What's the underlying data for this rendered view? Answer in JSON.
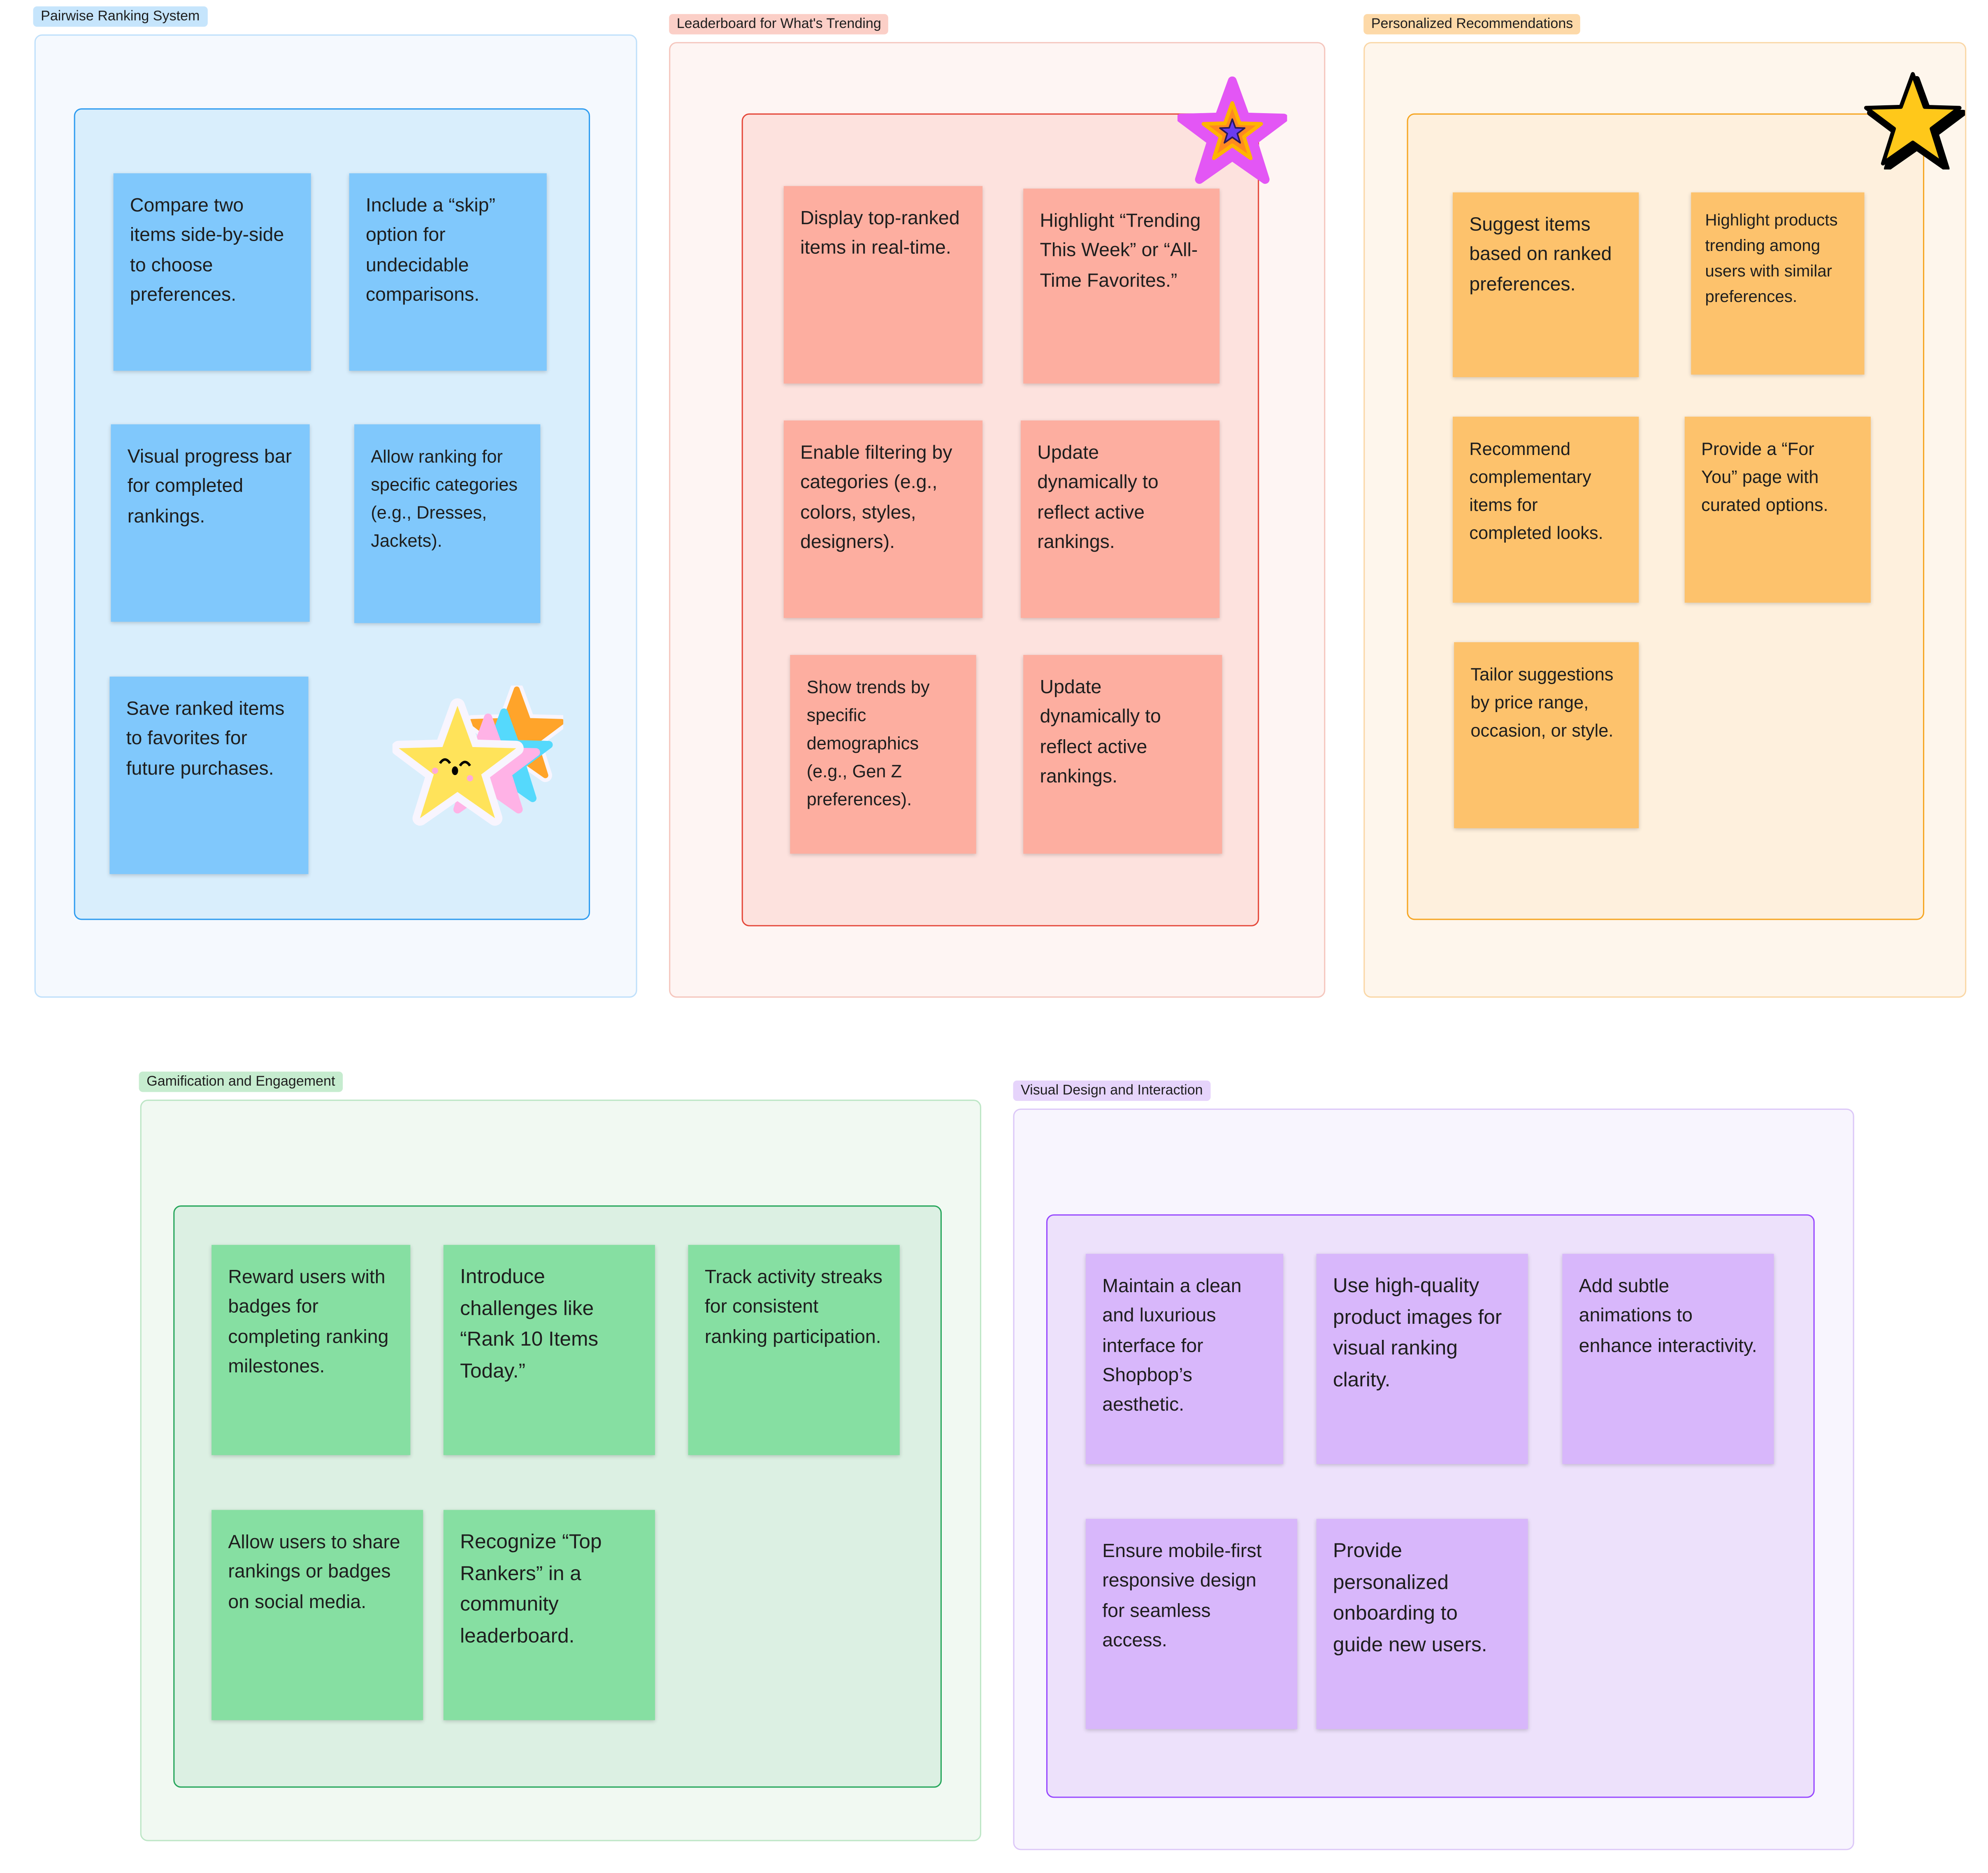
{
  "sections": [
    {
      "id": "pairwise",
      "label": "Pairwise Ranking System",
      "colors": {
        "label_bg": "#c6e5fc",
        "frame_bg": "#f5f9fe",
        "frame_border": "#bfe0fb",
        "inner_bg": "#d9eefc",
        "inner_border": "#2e9cf0",
        "sticky": "#80c8fc"
      },
      "stickies": [
        "Compare two items side-by-side to choose preferences.",
        "Include a “skip” option for undecidable comparisons.",
        "Visual progress bar for completed rankings.",
        "Allow ranking for specific categories (e.g., Dresses, Jackets).",
        "Save ranked items to favorites for future purchases."
      ],
      "sticker": "smiling-star-sticker"
    },
    {
      "id": "leaderboard",
      "label": "Leaderboard for What's Trending",
      "colors": {
        "label_bg": "#fbcfc7",
        "frame_bg": "#fef5f3",
        "frame_border": "#f5c6bd",
        "inner_bg": "#fde2de",
        "inner_border": "#e5483a",
        "sticky": "#fdaea0"
      },
      "stickies": [
        "Display top-ranked items in real-time.",
        "Highlight “Trending This Week” or “All-Time Favorites.”",
        "Enable filtering by categories (e.g., colors, styles, designers).",
        "Update dynamically to reflect active rankings.",
        "Show trends by specific demographics (e.g., Gen Z preferences).",
        "Update dynamically to reflect active rankings."
      ],
      "sticker": "glossy-star-sticker"
    },
    {
      "id": "personalized",
      "label": "Personalized Recommendations",
      "colors": {
        "label_bg": "#fdd9a8",
        "frame_bg": "#fef6ec",
        "frame_border": "#fad7a6",
        "inner_bg": "#fef0dd",
        "inner_border": "#f6a623",
        "sticky": "#fdc26c"
      },
      "stickies": [
        "Suggest items based on ranked preferences.",
        "Highlight products trending among users with similar preferences.",
        "Recommend complementary items for completed looks.",
        "Provide a “For You” page with curated options.",
        "Tailor suggestions by price range, occasion, or style."
      ],
      "sticker": "yellow-star-sticker"
    },
    {
      "id": "gamification",
      "label": "Gamification and Engagement",
      "colors": {
        "label_bg": "#c6eccf",
        "frame_bg": "#f1f9f2",
        "frame_border": "#bde6c6",
        "inner_bg": "#dcf0e3",
        "inner_border": "#26a65b",
        "sticky": "#86dfa2"
      },
      "stickies": [
        "Reward users with badges for completing ranking milestones.",
        "Introduce challenges like “Rank 10 Items Today.”",
        "Track activity streaks for consistent ranking participation.",
        "Allow users to share rankings or badges on social media.",
        "Recognize “Top Rankers” in a community leaderboard."
      ]
    },
    {
      "id": "visual-design",
      "label": "Visual Design and Interaction",
      "colors": {
        "label_bg": "#e6d4fb",
        "frame_bg": "#f8f5fe",
        "frame_border": "#dcc8f8",
        "inner_bg": "#ede1fb",
        "inner_border": "#9747ff",
        "sticky": "#d8b7fb"
      },
      "stickies": [
        "Maintain a clean and luxurious interface for Shopbop’s aesthetic.",
        "Use high-quality product images for visual ranking clarity.",
        "Add subtle animations to enhance interactivity.",
        "Ensure mobile-first responsive design for seamless access.",
        "Provide personalized onboarding to guide new users."
      ]
    }
  ]
}
